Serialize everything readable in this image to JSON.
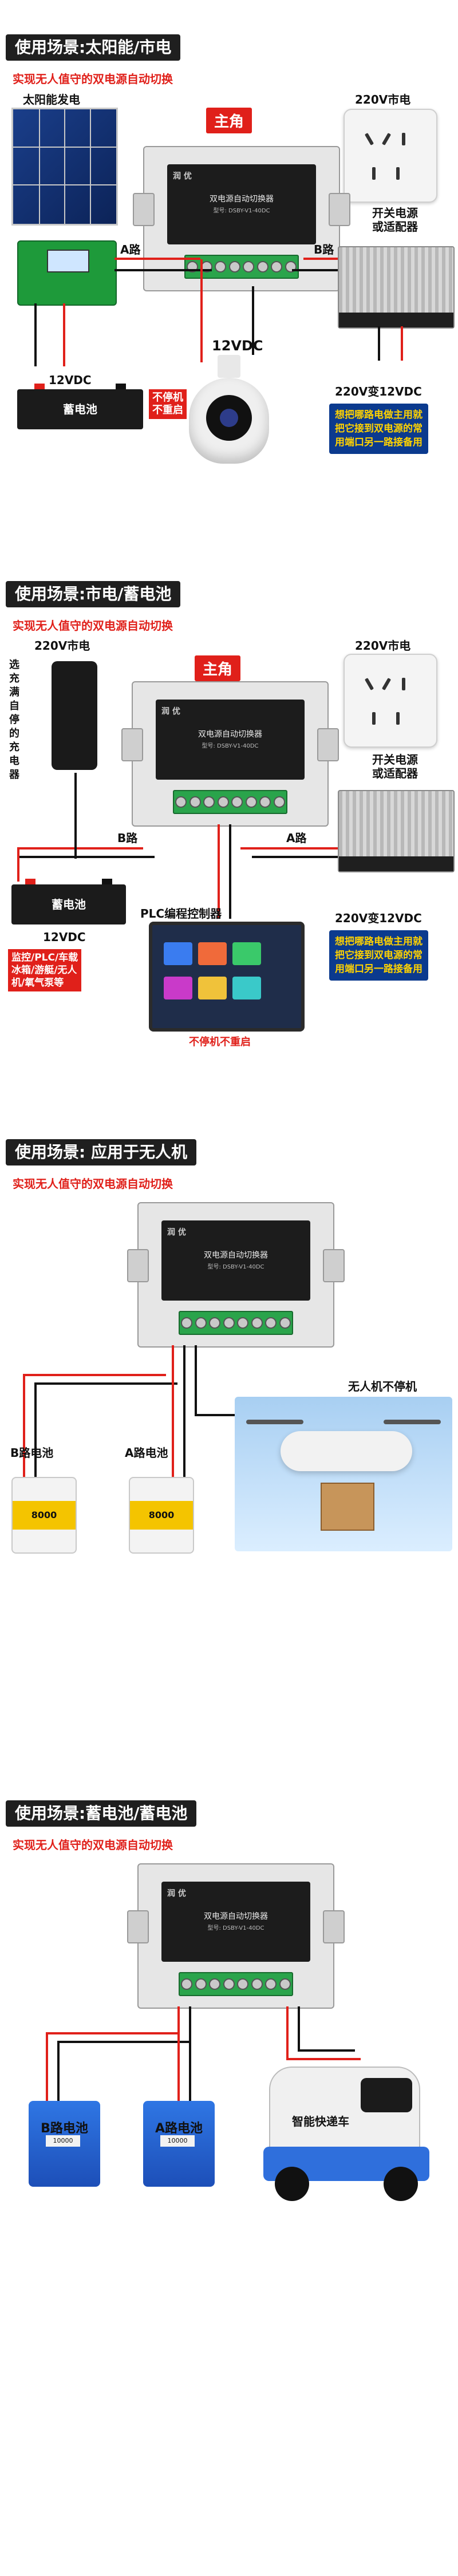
{
  "sections": [
    {
      "title": "使用场景:太阳能/市电",
      "subtitle": "实现无人值守的双电源自动切换",
      "labels": {
        "solar": "太阳能发电",
        "mains": "220V市电",
        "main_role": "主角",
        "switch_psu": "开关电源\n或适配器",
        "path_a": "A路",
        "path_b": "B路",
        "battery_12v": "12VDC",
        "battery_name": "蓄电池",
        "camera_12v": "12VDC",
        "no_stop": "不停机\n不重启",
        "convert": "220V变12VDC",
        "note": "想把哪路电做主用就\n把它接到双电源的常\n用端口另一路接备用"
      }
    },
    {
      "title": "使用场景:市电/蓄电池",
      "subtitle": "实现无人值守的双电源自动切换",
      "labels": {
        "mains_left": "220V市电",
        "mains_right": "220V市电",
        "main_role": "主角",
        "charger": "选充满自停的充电器",
        "switch_psu": "开关电源\n或适配器",
        "path_a": "A路",
        "path_b": "B路",
        "battery_name": "蓄电池",
        "battery_12v": "12VDC",
        "plc": "PLC编程控制器",
        "usage": "监控/PLC/车载\n冰箱/游艇/无人\n机/氧气泵等",
        "no_stop": "不停机不重启",
        "convert": "220V变12VDC",
        "note": "想把哪路电做主用就\n把它接到双电源的常\n用端口另一路接备用"
      }
    },
    {
      "title": "使用场景: 应用于无人机",
      "subtitle": "实现无人值守的双电源自动切换",
      "labels": {
        "b_batt": "B路电池",
        "a_batt": "A路电池",
        "drone": "无人机不停机",
        "lipo_text": "8000"
      }
    },
    {
      "title": "使用场景:蓄电池/蓄电池",
      "subtitle": "实现无人值守的双电源自动切换",
      "labels": {
        "b_batt": "B路电池",
        "a_batt": "A路电池",
        "chip": "10000",
        "vehicle": "智能快递车"
      }
    }
  ],
  "device": {
    "brand": "润 优",
    "title": "双电源自动切换器",
    "model": "型号: DSBY-V1-40DC"
  },
  "colors": {
    "accent_red": "#e0201a",
    "note_blue": "#0b3a8e",
    "note_text": "#ffd200",
    "terminal_green": "#2aa44b"
  }
}
